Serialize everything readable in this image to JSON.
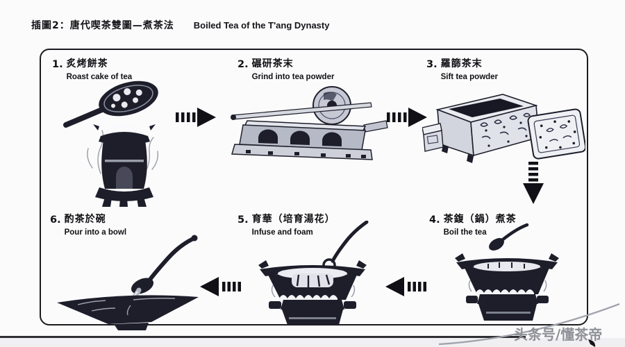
{
  "page": {
    "title_zh": "插圖2：唐代喫茶雙圖—煮茶法",
    "title_en": "Boiled Tea of the T'ang Dynasty",
    "watermark": "头条号/懂茶帝"
  },
  "steps": [
    {
      "num": "1.",
      "zh": "炙烤餅茶",
      "en": "Roast cake of tea",
      "icon": "roasting-stove-with-perforated-paddle"
    },
    {
      "num": "2.",
      "zh": "碾研茶末",
      "en": "Grind into tea powder",
      "icon": "stone-roller-mill"
    },
    {
      "num": "3.",
      "zh": "羅篩茶末",
      "en": "Sift tea powder",
      "icon": "sieve-box-and-tray"
    },
    {
      "num": "4.",
      "zh": "茶鍑（鍋）煮茶",
      "en": "Boil the tea",
      "icon": "cauldron-on-stove-with-spoon"
    },
    {
      "num": "5.",
      "zh": "育華（培育湯花）",
      "en": "Infuse and foam",
      "icon": "cauldron-with-foam-and-ladle"
    },
    {
      "num": "6.",
      "zh": "酌茶於碗",
      "en": "Pour into a bowl",
      "icon": "ladle-pouring-into-bowl"
    }
  ],
  "icons": {
    "arrow_right": "striped-right-arrow",
    "arrow_left": "striped-left-arrow",
    "arrow_down": "striped-down-arrow"
  },
  "colors": {
    "ink": "#1d1e2a",
    "panel_border": "#1b1b1f",
    "arrow": "#101016",
    "watermark": "#8f9197"
  }
}
